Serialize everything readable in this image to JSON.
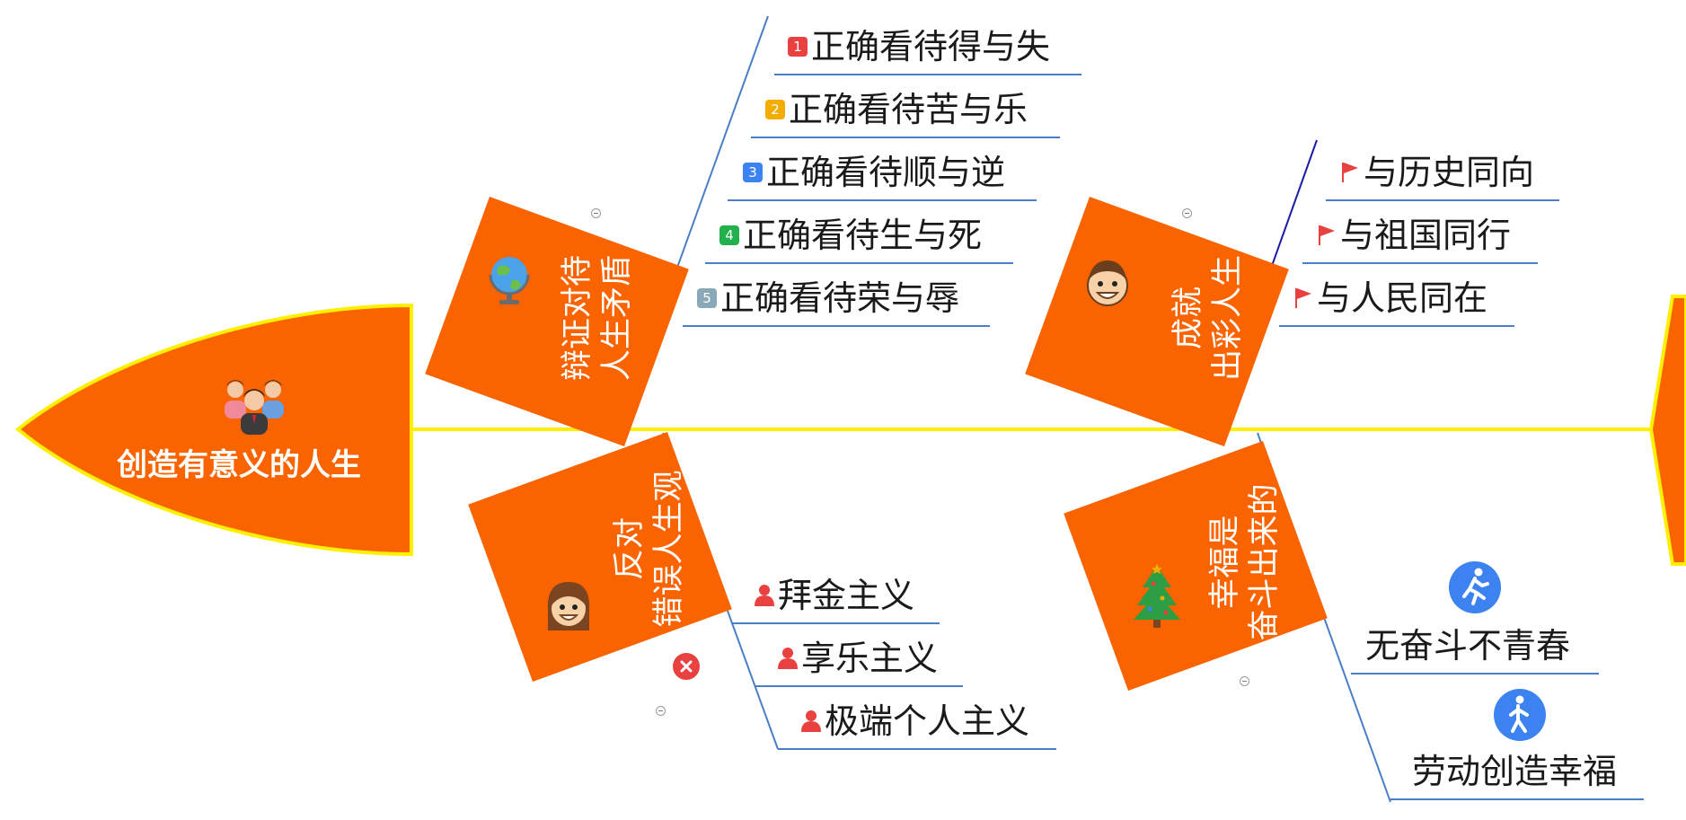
{
  "diagram": {
    "head_title": "创造有意义的人生",
    "colors": {
      "spine": "#ffef00",
      "head_fill": "#fa6400",
      "category_fill": "#fa6400",
      "branch_line": "#4a7fc8",
      "dark_branch_line": "#1a1aa6",
      "badge_1": "#e8413f",
      "badge_2": "#f2ad00",
      "badge_3": "#3c82f0",
      "badge_4": "#21b04b",
      "badge_5": "#8aa9b8",
      "flag": "#e8413f",
      "person": "#e8413f"
    },
    "categories": [
      {
        "id": "dialectic",
        "title_line1": "辩证对待",
        "title_line2": "人生矛盾",
        "icon": "globe-icon",
        "items": [
          {
            "badge": "1",
            "text": "正确看待得与失"
          },
          {
            "badge": "2",
            "text": "正确看待苦与乐"
          },
          {
            "badge": "3",
            "text": "正确看待顺与逆"
          },
          {
            "badge": "4",
            "text": "正确看待生与死"
          },
          {
            "badge": "5",
            "text": "正确看待荣与辱"
          }
        ]
      },
      {
        "id": "achieve",
        "title_line1": "成就",
        "title_line2": "出彩人生",
        "icon": "man-face-icon",
        "items": [
          {
            "icon": "flag-icon",
            "text": "与历史同向"
          },
          {
            "icon": "flag-icon",
            "text": "与祖国同行"
          },
          {
            "icon": "flag-icon",
            "text": "与人民同在"
          }
        ]
      },
      {
        "id": "oppose",
        "title_line1": "反对",
        "title_line2": "错误人生观",
        "icon": "woman-face-icon",
        "marker": "×",
        "items": [
          {
            "icon": "person-icon",
            "text": "拜金主义"
          },
          {
            "icon": "person-icon",
            "text": "享乐主义"
          },
          {
            "icon": "person-icon",
            "text": "极端个人主义"
          }
        ]
      },
      {
        "id": "happiness",
        "title_line1": "幸福是",
        "title_line2": "奋斗出来的",
        "icon": "christmas-tree-icon",
        "items": [
          {
            "icon": "running-icon",
            "text": "无奋斗不青春"
          },
          {
            "icon": "walking-icon",
            "text": "劳动创造幸福"
          }
        ]
      }
    ]
  }
}
